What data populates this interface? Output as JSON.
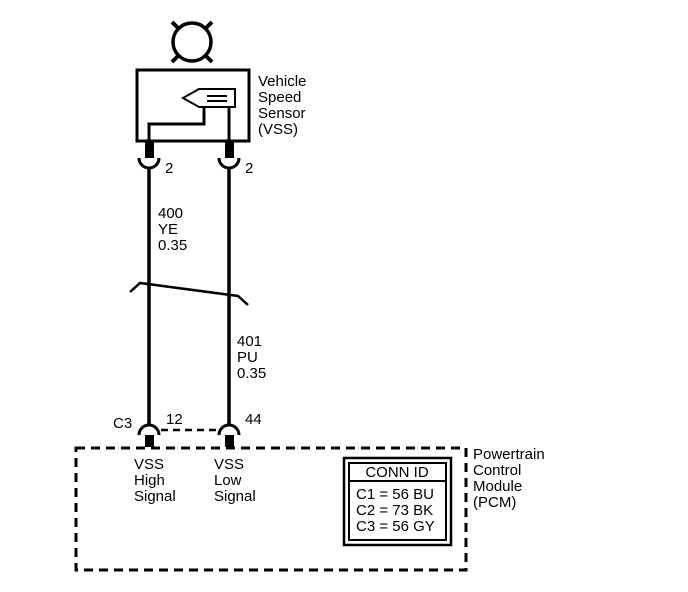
{
  "sensor": {
    "name_lines": [
      "Vehicle",
      "Speed",
      "Sensor",
      "(VSS)"
    ],
    "pin_a": "2",
    "pin_b": "2"
  },
  "wires": [
    {
      "circuit": "400",
      "color": "YE",
      "gauge": "0.35"
    },
    {
      "circuit": "401",
      "color": "PU",
      "gauge": "0.35"
    }
  ],
  "pcm": {
    "name_lines": [
      "Powertrain",
      "Control",
      "Module",
      "(PCM)"
    ],
    "connector_label": "C3",
    "pin_high": "12",
    "pin_low": "44",
    "high_signal_lines": [
      "VSS",
      "High",
      "Signal"
    ],
    "low_signal_lines": [
      "VSS",
      "Low",
      "Signal"
    ]
  },
  "conn_id": {
    "title": "CONN ID",
    "rows": [
      "C1 = 56 BU",
      "C2 = 73 BK",
      "C3 = 56 GY"
    ]
  }
}
